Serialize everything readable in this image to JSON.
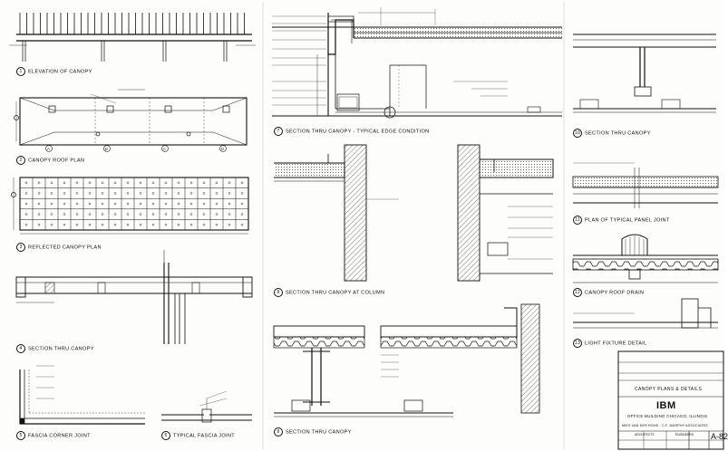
{
  "sheet": {
    "sheet_number": "A-82",
    "drawing_title": "CANOPY PLANS & DETAILS",
    "client": "IBM",
    "project": "OFFICE BUILDING CHICAGO, ILLINOIS",
    "architect": "MIES VAN DER ROHE - C.F. MURPHY ASSOCIATES",
    "role": "ARCHITECTS",
    "engineers": "ENGINEERS"
  },
  "details": [
    {
      "id": "d1",
      "num": "1",
      "title": "ELEVATION OF CANOPY"
    },
    {
      "id": "d2",
      "num": "2",
      "title": "CANOPY ROOF PLAN"
    },
    {
      "id": "d3",
      "num": "3",
      "title": "REFLECTED CANOPY PLAN"
    },
    {
      "id": "d4",
      "num": "4",
      "title": "SECTION THRU CANOPY"
    },
    {
      "id": "d5",
      "num": "5",
      "title": "FASCIA CORNER JOINT"
    },
    {
      "id": "d6",
      "num": "6",
      "title": "TYPICAL FASCIA JOINT"
    },
    {
      "id": "d7",
      "num": "7",
      "title": "SECTION THRU CANOPY - TYPICAL EDGE CONDITION"
    },
    {
      "id": "d8",
      "num": "8",
      "title": "SECTION THRU CANOPY AT COLUMN"
    },
    {
      "id": "d9",
      "num": "9",
      "title": "SECTION THRU CANOPY"
    },
    {
      "id": "d10",
      "num": "10",
      "title": "SECTION THRU CANOPY"
    },
    {
      "id": "d11",
      "num": "11",
      "title": "PLAN OF TYPICAL PANEL JOINT"
    },
    {
      "id": "d12",
      "num": "12",
      "title": "CANOPY ROOF DRAIN"
    },
    {
      "id": "d13",
      "num": "13",
      "title": "LIGHT FIXTURE DETAIL"
    }
  ],
  "grid_marks": [
    "A",
    "B",
    "C",
    "D"
  ]
}
